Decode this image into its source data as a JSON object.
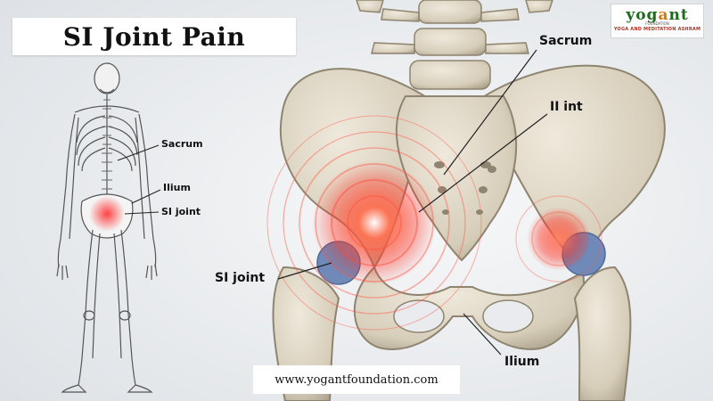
{
  "title": "SI Joint Pain",
  "logo": {
    "brand_left": "yog",
    "brand_o": "a",
    "brand_right": "nt",
    "top_text": "FOUNDATION",
    "sub": "YOGA AND MEDITATION ASHRAM"
  },
  "website": "www.yogantfoundation.com",
  "small_figure_labels": {
    "sacrum": "Sacrum",
    "ilium": "Ilium",
    "si_joint": "SI joint"
  },
  "pelvis_labels": {
    "sacrum": "Sacrum",
    "ii_int": "II int",
    "si_joint": "SI joint",
    "ilium": "Ilium"
  },
  "colors": {
    "bone": "#d9d0bd",
    "pain": "#ff2a1a",
    "joint": "#5f7fb8",
    "brand_green": "#1e6b1e"
  }
}
